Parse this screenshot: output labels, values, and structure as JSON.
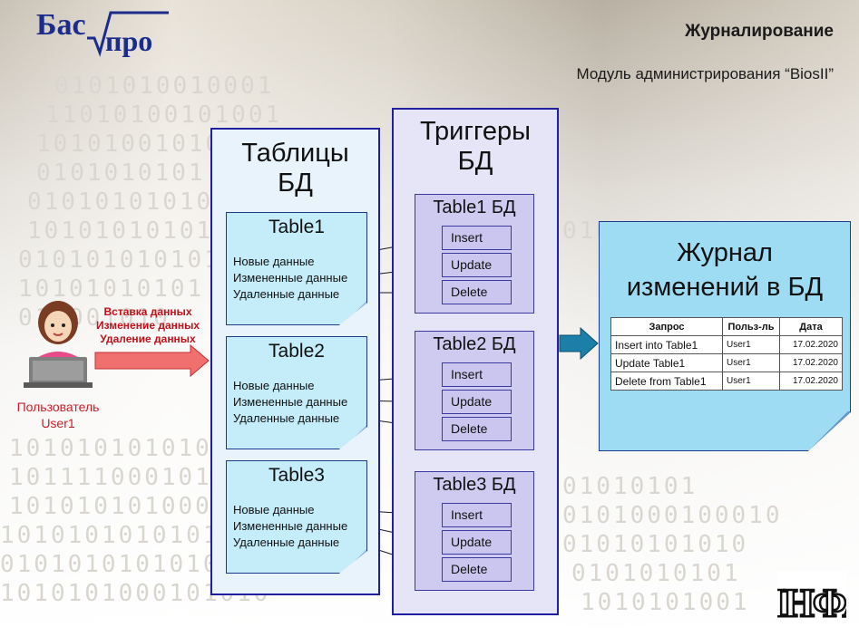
{
  "header": {
    "logo_left": "Бас",
    "logo_right": "про",
    "title": "Журналирование",
    "subtitle": "Модуль администрирования “BiosII”"
  },
  "user": {
    "label_line1": "Пользователь",
    "label_line2": "User1",
    "operations": [
      "Вставка данных",
      "Изменение данных",
      "Удаление данных"
    ]
  },
  "tables_panel": {
    "heading_line1": "Таблицы",
    "heading_line2": "БД",
    "tables": [
      {
        "name": "Table1",
        "lines": [
          "Новые данные",
          "Измененные данные",
          "Удаленные данные"
        ]
      },
      {
        "name": "Table2",
        "lines": [
          "Новые данные",
          "Измененные данные",
          "Удаленные данные"
        ]
      },
      {
        "name": "Table3",
        "lines": [
          "Новые данные",
          "Измененные данные",
          "Удаленные данные"
        ]
      }
    ]
  },
  "triggers_panel": {
    "heading_line1": "Триггеры",
    "heading_line2": "БД",
    "groups": [
      {
        "name": "Table1 БД",
        "ops": [
          "Insert",
          "Update",
          "Delete"
        ]
      },
      {
        "name": "Table2 БД",
        "ops": [
          "Insert",
          "Update",
          "Delete"
        ]
      },
      {
        "name": "Table3 БД",
        "ops": [
          "Insert",
          "Update",
          "Delete"
        ]
      }
    ]
  },
  "journal": {
    "heading_line1": "Журнал",
    "heading_line2": "изменений в БД",
    "columns": [
      "Запрос",
      "Польз-ль",
      "Дата"
    ],
    "rows": [
      [
        "Insert into Table1",
        "User1",
        "17.02.2020"
      ],
      [
        "Update Table1",
        "User1",
        "17.02.2020"
      ],
      [
        "Delete from Table1",
        "User1",
        "17.02.2020"
      ]
    ]
  },
  "corner_logo": "ИНФА",
  "background_digits": [
    "0101010010001",
    "11010100101001",
    "101010010101",
    "0101010101",
    "01010101010101",
    "1010101010101",
    "0101010101010",
    "10101010101",
    "010101010",
    "101111000101",
    "1010101010001",
    "1010101010101",
    "0101010101010",
    "1010101000101010",
    "01010101",
    "0101000100010",
    "01010101010",
    "0101010101",
    "1010101001",
    "010001010",
    "10101010101001"
  ],
  "colors": {
    "panel_border": "#1f1fa0",
    "note_fill": "#c4ecf9",
    "journal_fill": "#9ddcf3",
    "user_red": "#c8202a",
    "arrow_red": "#f07070",
    "arrow_teal": "#1c7fa8"
  }
}
